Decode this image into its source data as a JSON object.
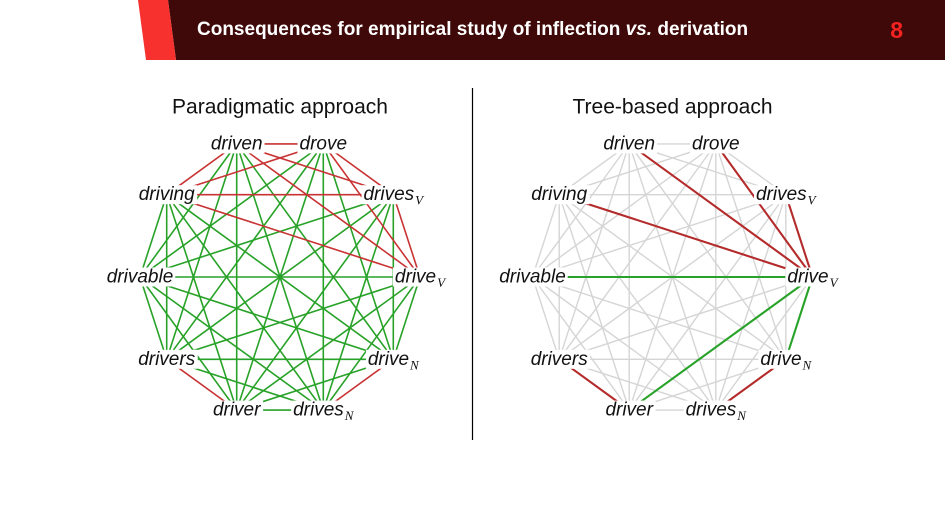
{
  "slide": {
    "number": "8",
    "title": {
      "prefix": "Consequences for empirical study of inflection ",
      "italic": "vs.",
      "suffix": " derivation"
    }
  },
  "colors": {
    "header_bg": "#3e0908",
    "header_stripe": "#f7312e",
    "slide_number": "#f42322",
    "inflection_red_left": "#c93333",
    "tree_red": "#b42b2b",
    "green": "#28a228",
    "gray": "#d5d5d5",
    "label_text": "#111111"
  },
  "chart_data": {
    "type": "graph-pair",
    "nodes": [
      {
        "id": "driven",
        "label": "driven",
        "sub": "",
        "paradigm": "DRIVE_V",
        "angle": 108
      },
      {
        "id": "drove",
        "label": "drove",
        "sub": "",
        "paradigm": "DRIVE_V",
        "angle": 72
      },
      {
        "id": "driving",
        "label": "driving",
        "sub": "",
        "paradigm": "DRIVE_V",
        "angle": 144
      },
      {
        "id": "drives_V",
        "label": "drives",
        "sub": "V",
        "paradigm": "DRIVE_V",
        "angle": 36
      },
      {
        "id": "drivable",
        "label": "drivable",
        "sub": "",
        "paradigm": "DRIVABLE",
        "angle": 180
      },
      {
        "id": "drive_V",
        "label": "drive",
        "sub": "V",
        "paradigm": "DRIVE_V",
        "angle": 0
      },
      {
        "id": "drivers",
        "label": "drivers",
        "sub": "",
        "paradigm": "DRIVER",
        "angle": 216
      },
      {
        "id": "drive_N",
        "label": "drive",
        "sub": "N",
        "paradigm": "DRIVE_N",
        "angle": 324
      },
      {
        "id": "driver",
        "label": "driver",
        "sub": "",
        "paradigm": "DRIVER",
        "angle": 252
      },
      {
        "id": "drives_N",
        "label": "drives",
        "sub": "N",
        "paradigm": "DRIVE_N",
        "angle": 288
      }
    ],
    "left_graph": {
      "title": "Paradigmatic approach",
      "edges": "complete graph over all 10 nodes",
      "edge_rule": "red = pair within same paradigm (inflection), green = pair across paradigms (derivation)"
    },
    "right_graph": {
      "title": "Tree-based approach",
      "edges": "complete graph over all 10 nodes",
      "edge_rule": "red = tree inflection edge, green = tree derivation edge, gray = all remaining pairs",
      "tree_inflection_edges": [
        [
          "drive_V",
          "driven"
        ],
        [
          "drive_V",
          "drove"
        ],
        [
          "drive_V",
          "drives_V"
        ],
        [
          "drive_V",
          "driving"
        ],
        [
          "driver",
          "drivers"
        ],
        [
          "drive_N",
          "drives_N"
        ]
      ],
      "tree_derivation_edges": [
        [
          "drive_V",
          "drivable"
        ],
        [
          "drive_V",
          "driver"
        ],
        [
          "drive_V",
          "drive_N"
        ]
      ]
    }
  }
}
